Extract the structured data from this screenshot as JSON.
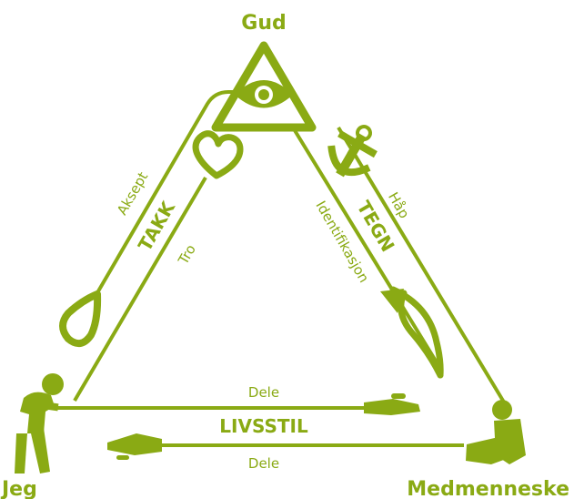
{
  "theme": {
    "accent": "#8aaa14"
  },
  "nodes": {
    "top": "Gud",
    "left": "Jeg",
    "right": "Medmenneske"
  },
  "left_edge": {
    "outer": "Aksept",
    "title": "TAKK",
    "inner": "Tro"
  },
  "right_edge": {
    "outer": "Håp",
    "title": "TEGN",
    "inner": "Identifikasjon"
  },
  "bottom_edge": {
    "upper": "Dele",
    "title": "LIVSSTIL",
    "lower": "Dele"
  },
  "icons": [
    "eye-triangle-icon",
    "heart-icon",
    "drop-icon",
    "anchor-icon",
    "fish-icon",
    "person-jeg-icon",
    "person-medmenneske-icon",
    "hand-right-icon",
    "hand-left-icon"
  ]
}
